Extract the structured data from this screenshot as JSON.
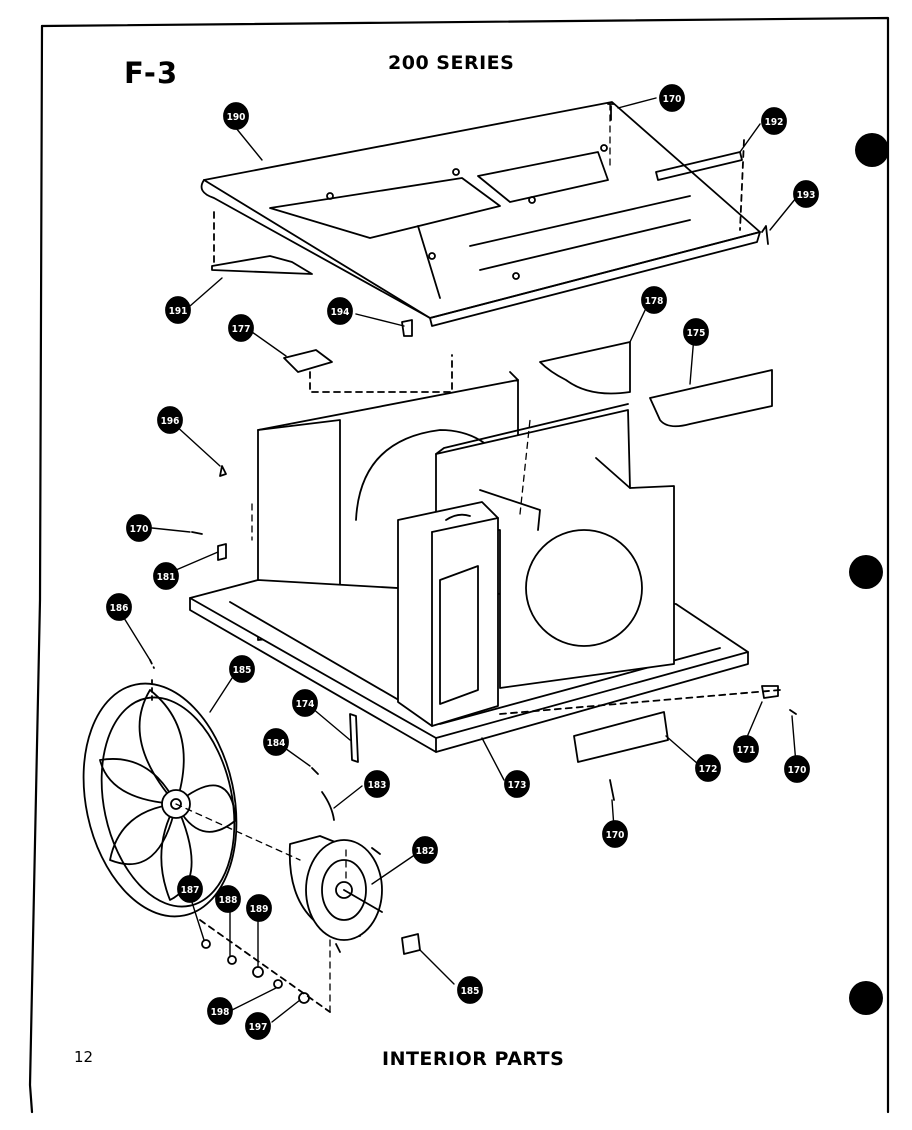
{
  "header": {
    "figure_id": "F-3",
    "series": "200 SERIES"
  },
  "footer": {
    "page_number": "12",
    "caption": "INTERIOR PARTS"
  },
  "callouts": [
    "190",
    "170",
    "192",
    "193",
    "191",
    "194",
    "177",
    "178",
    "175",
    "196",
    "170",
    "181",
    "186",
    "185",
    "174",
    "184",
    "183",
    "173",
    "172",
    "171",
    "170",
    "170",
    "182",
    "187",
    "188",
    "189",
    "185",
    "198",
    "197"
  ]
}
